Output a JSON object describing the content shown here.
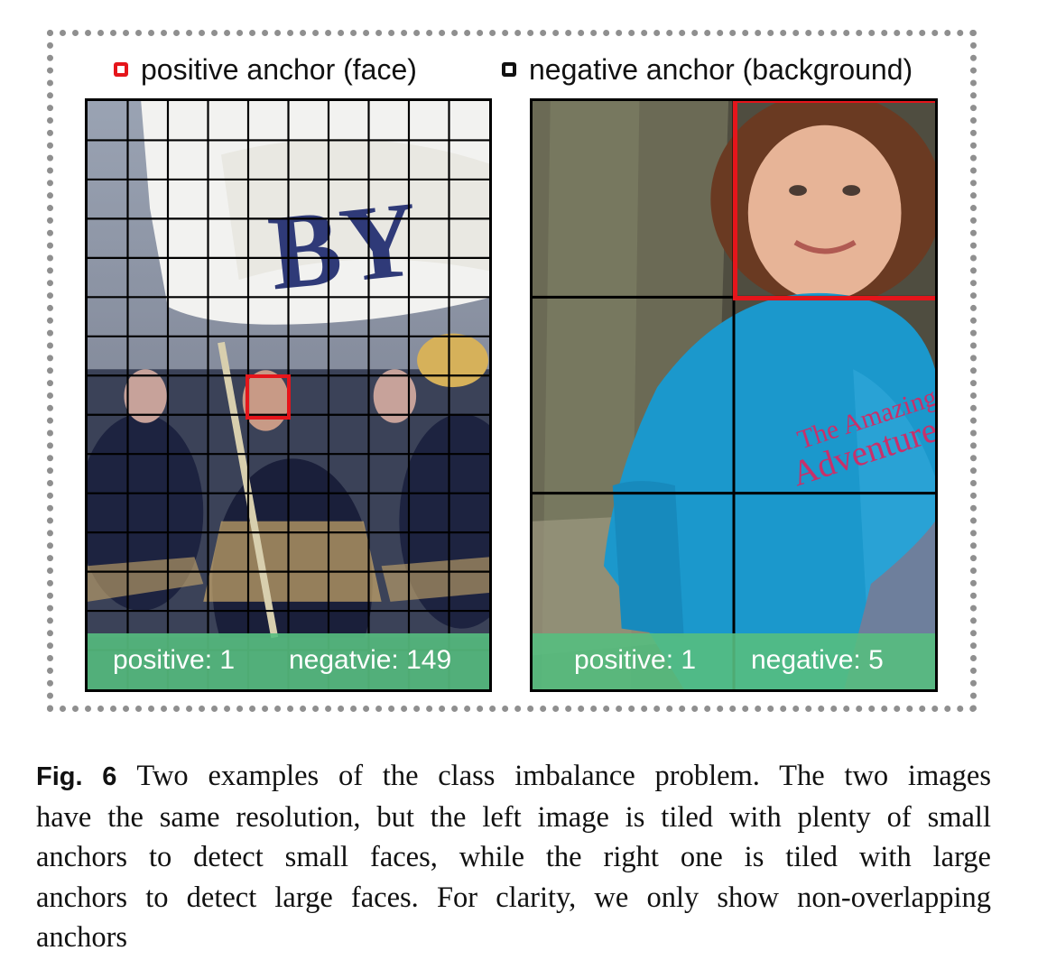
{
  "legend": {
    "positive_label": "positive anchor (face)",
    "negative_label": "negative anchor (background)",
    "positive_color": "#e5151b",
    "negative_color": "#111111"
  },
  "left_panel": {
    "positive_text": "positive: 1",
    "negative_text": "negatvie: 149",
    "grid_cols": 10,
    "grid_rows": 15
  },
  "right_panel": {
    "positive_text": "positive: 1",
    "negative_text": "negative: 5",
    "grid_cols": 2,
    "grid_rows": 3
  },
  "caption": {
    "label": "Fig. 6",
    "lines": [
      "Two examples of the class imbalance problem. The two images",
      "have the same resolution, but the left image is tiled with plenty of small",
      "anchors to detect small faces, while the right one is tiled with large",
      "anchors to detect large faces. For clarity, we only show non-overlapping",
      "anchors"
    ]
  },
  "colors": {
    "count_bar": "#56be80",
    "frame_border": "#8f8f8f"
  }
}
